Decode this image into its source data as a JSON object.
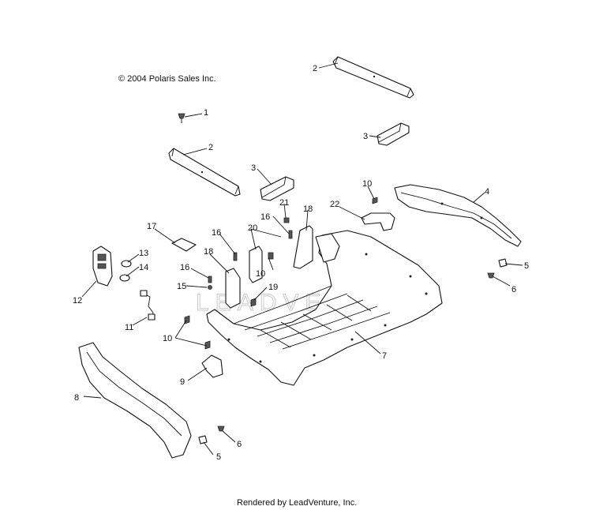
{
  "copyright": "© 2004 Polaris Sales Inc.",
  "footer": "Rendered by LeadVenture, Inc.",
  "watermark": "LEADVENTURE",
  "callouts": {
    "c1": "1",
    "c2a": "2",
    "c2b": "2",
    "c3a": "3",
    "c3b": "3",
    "c4": "4",
    "c5a": "5",
    "c5b": "5",
    "c6a": "6",
    "c6b": "6",
    "c7": "7",
    "c8": "8",
    "c9": "9",
    "c10a": "10",
    "c10b": "10",
    "c10c": "10",
    "c11": "11",
    "c12": "12",
    "c13": "13",
    "c14": "14",
    "c15": "15",
    "c16a": "16",
    "c16b": "16",
    "c16c": "16",
    "c17": "17",
    "c18a": "18",
    "c18b": "18",
    "c19": "19",
    "c20": "20",
    "c21": "21",
    "c22": "22"
  }
}
